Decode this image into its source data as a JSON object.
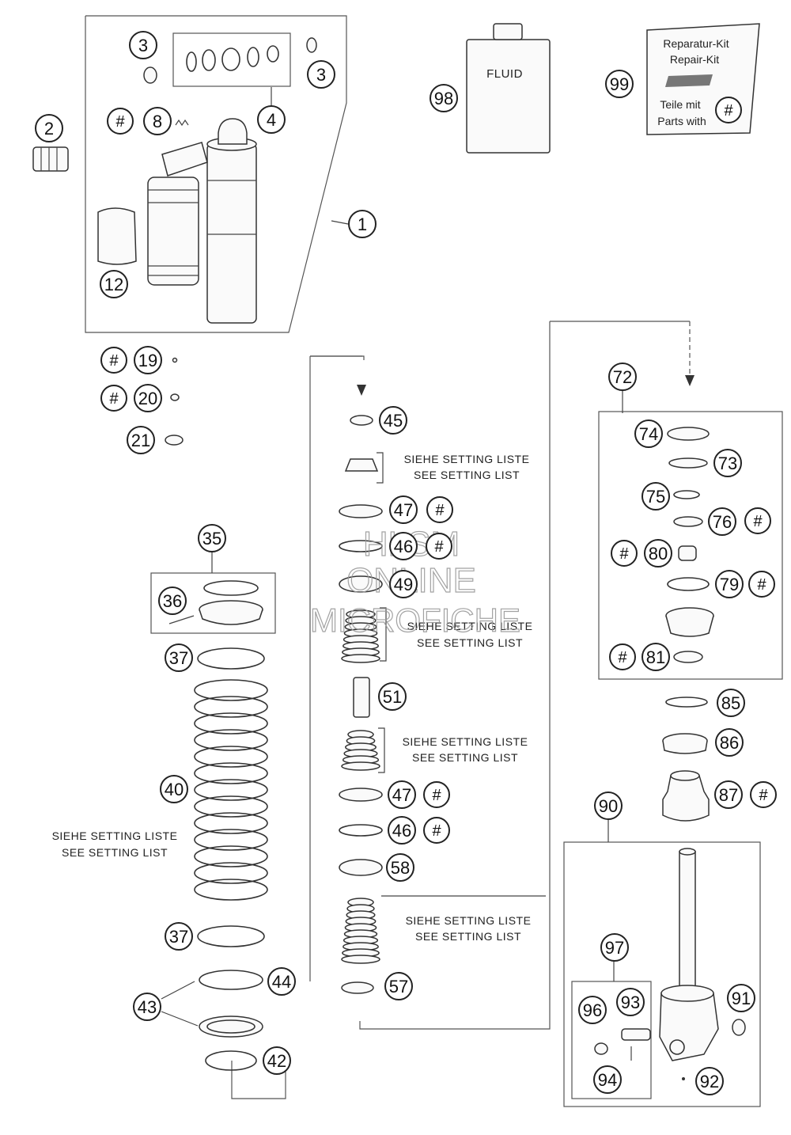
{
  "callouts": [
    {
      "id": "c1",
      "text": "1"
    },
    {
      "id": "c2",
      "text": "2"
    },
    {
      "id": "c3a",
      "text": "3"
    },
    {
      "id": "c3b",
      "text": "3"
    },
    {
      "id": "c4",
      "text": "4"
    },
    {
      "id": "c8",
      "text": "8"
    },
    {
      "id": "c12",
      "text": "12"
    },
    {
      "id": "c19",
      "text": "19"
    },
    {
      "id": "c20",
      "text": "20"
    },
    {
      "id": "c21",
      "text": "21"
    },
    {
      "id": "c35",
      "text": "35"
    },
    {
      "id": "c36",
      "text": "36"
    },
    {
      "id": "c37a",
      "text": "37"
    },
    {
      "id": "c37b",
      "text": "37"
    },
    {
      "id": "c40",
      "text": "40"
    },
    {
      "id": "c42",
      "text": "42"
    },
    {
      "id": "c43",
      "text": "43"
    },
    {
      "id": "c44",
      "text": "44"
    },
    {
      "id": "c45",
      "text": "45"
    },
    {
      "id": "c46a",
      "text": "46"
    },
    {
      "id": "c46b",
      "text": "46"
    },
    {
      "id": "c47a",
      "text": "47"
    },
    {
      "id": "c47b",
      "text": "47"
    },
    {
      "id": "c49",
      "text": "49"
    },
    {
      "id": "c51",
      "text": "51"
    },
    {
      "id": "c57",
      "text": "57"
    },
    {
      "id": "c58",
      "text": "58"
    },
    {
      "id": "c72",
      "text": "72"
    },
    {
      "id": "c73",
      "text": "73"
    },
    {
      "id": "c74",
      "text": "74"
    },
    {
      "id": "c75",
      "text": "75"
    },
    {
      "id": "c76",
      "text": "76"
    },
    {
      "id": "c79",
      "text": "79"
    },
    {
      "id": "c80",
      "text": "80"
    },
    {
      "id": "c81",
      "text": "81"
    },
    {
      "id": "c85",
      "text": "85"
    },
    {
      "id": "c86",
      "text": "86"
    },
    {
      "id": "c87",
      "text": "87"
    },
    {
      "id": "c90",
      "text": "90"
    },
    {
      "id": "c91",
      "text": "91"
    },
    {
      "id": "c92",
      "text": "92"
    },
    {
      "id": "c93",
      "text": "93"
    },
    {
      "id": "c94",
      "text": "94"
    },
    {
      "id": "c96",
      "text": "96"
    },
    {
      "id": "c97",
      "text": "97"
    },
    {
      "id": "c98",
      "text": "98"
    },
    {
      "id": "c99",
      "text": "99"
    }
  ],
  "hash_symbol": "#",
  "setting_note": {
    "line1": "SIEHE SETTING LISTE",
    "line2": "SEE SETTING LIST"
  },
  "fluid_label": "FLUID",
  "repair_kit": {
    "line1": "Reparatur-Kit",
    "line2": "Repair-Kit",
    "line3": "Teile mit",
    "line4": "Parts with"
  },
  "watermark": {
    "line1": "HLSM",
    "line2": "ONLINE",
    "line3": "MICROFICHE"
  }
}
